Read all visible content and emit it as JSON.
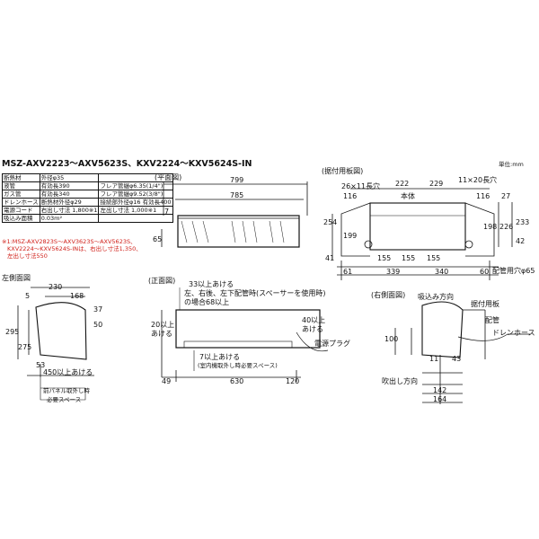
{
  "model_title": "MSZ-AXV2223～AXV5623S、KXV2224～KXV5624S-IN",
  "unit": "単位:mm",
  "plan_view": {
    "label": "(平面図)",
    "dims": [
      "799",
      "785",
      "7",
      "65"
    ]
  },
  "bracket_view": {
    "label": "(据付用板図)",
    "slot1": "26×11長穴",
    "slot2": "11×20長穴",
    "body_label": "本体",
    "hole_label": "配管用穴φ65",
    "dims": [
      "222",
      "229",
      "116",
      "116",
      "27",
      "254",
      "199",
      "198",
      "226",
      "233",
      "155",
      "155",
      "155",
      "41",
      "61",
      "339",
      "340",
      "60",
      "42"
    ]
  },
  "spec_table": {
    "rows": [
      [
        "断熱材",
        "外径φ35",
        ""
      ],
      [
        "液管",
        "有効長390",
        "フレア管継φ6.35(1/4\")"
      ],
      [
        "ガス管",
        "有効長340",
        "フレア管継φ9.52(3/8\")"
      ],
      [
        "ドレンホース",
        "断熱材外径φ29",
        "接続部外径φ16 有効長400"
      ],
      [
        "電源コード",
        "右出し寸法 1,800※1",
        "左出し寸法 1,000※1"
      ],
      [
        "吸込み面積",
        "0.03m²",
        ""
      ]
    ]
  },
  "note": {
    "line1": "※1:MSZ-AXV2823S～AXV3623S～AXV5623S、",
    "line2": "KXV2224～KXV5624S-INは、右出し寸法1,350、",
    "line3": "左出し寸法550"
  },
  "left_view": {
    "label": "左側面図",
    "dims": [
      "230",
      "5",
      "168",
      "37",
      "50",
      "295",
      "275",
      "53",
      "450以上あける"
    ],
    "callout": [
      "前パネル取外し時",
      "必要スペース"
    ]
  },
  "front_view": {
    "label": "(正面図)",
    "top_note": [
      "33以上あける",
      "左、右後、左下配管時(スペーサーを使用時)",
      "の場合68以上"
    ],
    "left_space": [
      "20以上",
      "あける"
    ],
    "right_space": [
      "40以上",
      "あける"
    ],
    "bottom_note": [
      "7以上あける",
      "(室内機取外し時必要スペース)"
    ],
    "power_plug": "電源プラグ",
    "dims": [
      "49",
      "630",
      "120"
    ]
  },
  "right_view": {
    "label": "(右側面図)",
    "intake": "吸込み方向",
    "bracket": "据付用板",
    "piping": "配管",
    "drain": "ドレンホース",
    "outlet": "吹出し方向",
    "dims": [
      "100",
      "11",
      "43",
      "142",
      "164"
    ]
  },
  "colors": {
    "line": "#111111",
    "note_red": "#d0201a"
  }
}
